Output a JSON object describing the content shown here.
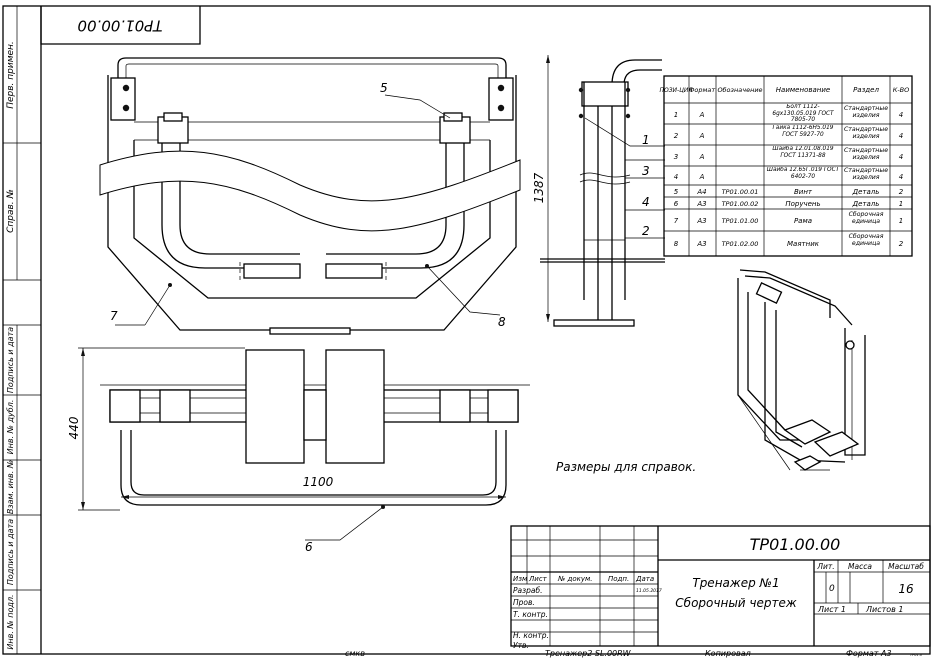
{
  "stamp": {
    "code_rotated": "ТР01.00.00"
  },
  "side_labels": {
    "perv_primen": "Перв. примен.",
    "sprav_no": "Справ. №",
    "podp_data_1": "Подпись и дата",
    "inv_dubl": "Инв. № дубл.",
    "vzam_inv": "Взам. инв. №",
    "podp_data_2": "Подпись и дата",
    "inv_podl": "Инв. № подл."
  },
  "callouts": {
    "c1": "1",
    "c2": "2",
    "c3": "3",
    "c4": "4",
    "c5": "5",
    "c6": "6",
    "c7": "7",
    "c8": "8"
  },
  "dimensions": {
    "width": "1100",
    "depth": "440",
    "height": "1387"
  },
  "note": "Размеры для справок.",
  "bom": {
    "headers": [
      "ПОЗИ-ЦИЯ",
      "Формат",
      "Обозначение",
      "Наименование",
      "Раздел",
      "К-ВО"
    ],
    "rows": [
      [
        "1",
        "A",
        "",
        "Болт 1112-6gх130.05.019 ГОСТ 7805-70",
        "Стандартные изделия",
        "4"
      ],
      [
        "2",
        "A",
        "",
        "Гайка 1112-6H5.019 ГОСТ 5927-70",
        "Стандартные изделия",
        "4"
      ],
      [
        "3",
        "A",
        "",
        "Шайба 12.01.08.019 ГОСТ 11371-88",
        "Стандартные изделия",
        "4"
      ],
      [
        "4",
        "A",
        "",
        "Шайба 12.65Г.019 ГОСТ 6402-70",
        "Стандартные изделия",
        "4"
      ],
      [
        "5",
        "A4",
        "ТР01.00.01",
        "Винт",
        "Деталь",
        "2"
      ],
      [
        "6",
        "A3",
        "ТР01.00.02",
        "Поручень",
        "Деталь",
        "1"
      ],
      [
        "7",
        "A3",
        "ТР01.01.00",
        "Рама",
        "Сборочная единица",
        "1"
      ],
      [
        "8",
        "A3",
        "ТР01.02.00",
        "Маятник",
        "Сборочная единица",
        "2"
      ]
    ]
  },
  "title_block": {
    "designation": "ТР01.00.00",
    "name_line1": "Тренажер №1",
    "name_line2": "Сборочный чертеж",
    "col_izm": "Изм",
    "col_list": "Лист",
    "col_docum": "№ докум.",
    "col_podp": "Подп.",
    "col_data": "Дата",
    "razrab": "Разраб.",
    "prov": "Пров.",
    "t_kontr": "Т. контр.",
    "n_kontr": "Н. контр.",
    "utv": "Утв.",
    "date_value": "11.05.2017",
    "lit": "Лит.",
    "massa": "Масса",
    "masshtab": "Масштаб",
    "lit_value": "0",
    "scale_value": "16",
    "list": "Лист 1",
    "listov": "Листов 1"
  },
  "footer": {
    "cmkb": "смкв",
    "file": "Тренажер2 SL.00RW",
    "kopiroval": "Копировал",
    "format": "Формат А3",
    "tiny": "ТР01.0"
  }
}
